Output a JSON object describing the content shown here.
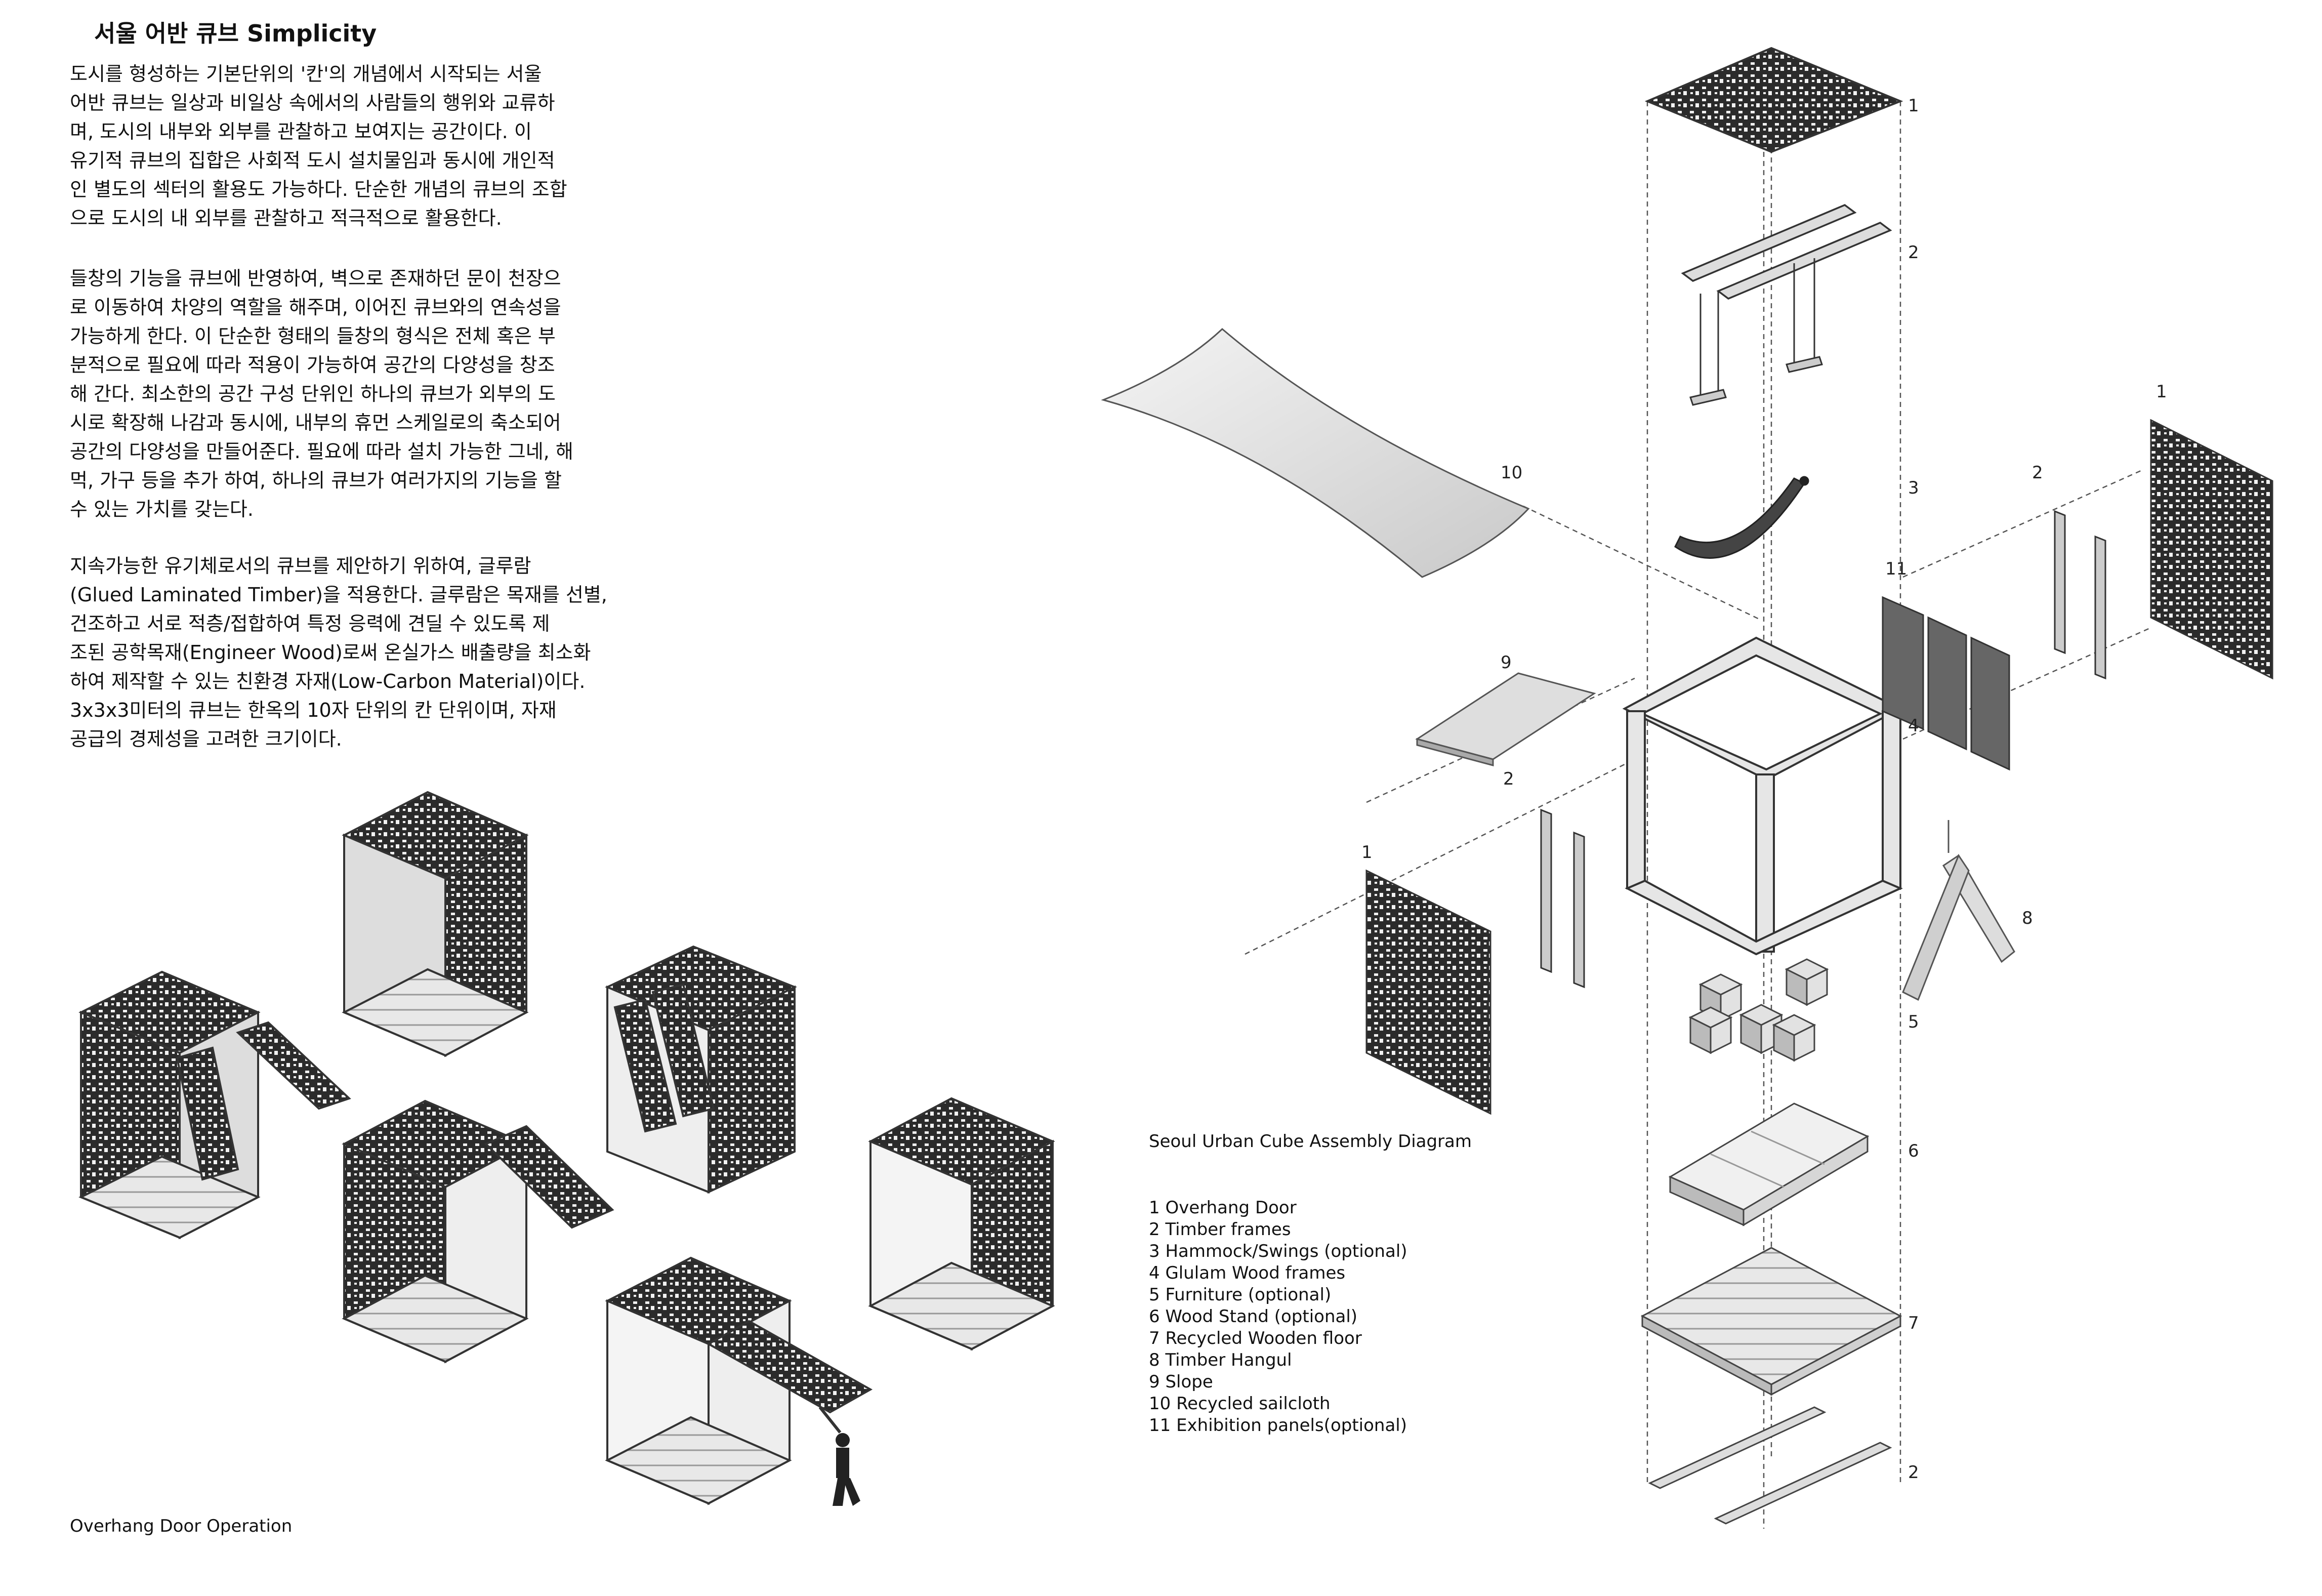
{
  "title": "서울 어반 큐브 Simplicity",
  "paragraphs": [
    [
      "도시를 형성하는 기본단위의 '칸'의 개념에서 시작되는 서울",
      "어반 큐브는 일상과 비일상 속에서의 사람들의 행위와 교류하",
      "며, 도시의 내부와 외부를 관찰하고 보여지는 공간이다.  이",
      "유기적 큐브의 집합은 사회적 도시 설치물임과 동시에 개인적",
      "인 별도의 섹터의 활용도 가능하다. 단순한 개념의 큐브의 조합",
      "으로 도시의 내 외부를 관찰하고 적극적으로 활용한다."
    ],
    [
      "들창의 기능을 큐브에 반영하여, 벽으로 존재하던 문이 천장으",
      "로 이동하여 차양의 역할을 해주며, 이어진 큐브와의 연속성을",
      "가능하게 한다. 이 단순한 형태의 들창의 형식은 전체 혹은 부",
      "분적으로 필요에 따라 적용이 가능하여 공간의 다양성을 창조",
      "해 간다. 최소한의 공간 구성 단위인 하나의 큐브가 외부의 도",
      "시로 확장해 나감과 동시에, 내부의 휴먼 스케일로의 축소되어",
      "공간의 다양성을 만들어준다. 필요에 따라 설치 가능한 그네, 해",
      "먹, 가구 등을 추가 하여, 하나의 큐브가 여러가지의 기능을 할",
      "수 있는 가치를 갖는다."
    ],
    [
      "지속가능한 유기체로서의 큐브를 제안하기 위하여, 글루람",
      "(Glued Laminated Timber)을 적용한다. 글루람은 목재를 선별,",
      "건조하고 서로 적층/접합하여 특정 응력에 견딜 수 있도록 제",
      "조된 공학목재(Engineer Wood)로써 온실가스 배출량을 최소화",
      "하여 제작할 수 있는 친환경 자재(Low-Carbon Material)이다.",
      "3x3x3미터의 큐브는 한옥의 10자 단위의 칸 단위이며, 자재",
      "공급의 경제성을 고려한 크기이다."
    ]
  ],
  "caption_operation": "Overhang Door Operation",
  "caption_assembly": "Seoul Urban Cube Assembly Diagram",
  "legend": [
    "1 Overhang Door",
    "2 Timber frames",
    "3 Hammock/Swings (optional)",
    "4 Glulam Wood frames",
    "5 Furniture (optional)",
    "6 Wood Stand (optional)",
    "7 Recycled Wooden floor",
    "8 Timber Hangul",
    "9 Slope",
    "10 Recycled sailcloth",
    "11 Exhibition panels(optional)"
  ],
  "callouts": {
    "roof_door": "1",
    "roof_frame": "2",
    "hammock": "3",
    "glulam_frame": "4",
    "furniture": "5",
    "wood_stand": "6",
    "floor": "7",
    "bottom_frame": "2",
    "hangul": "8",
    "slope": "9",
    "sailcloth": "10",
    "exhibition": "11",
    "right_door": "1",
    "right_frame": "2",
    "left_door": "1",
    "left_frame": "2"
  }
}
